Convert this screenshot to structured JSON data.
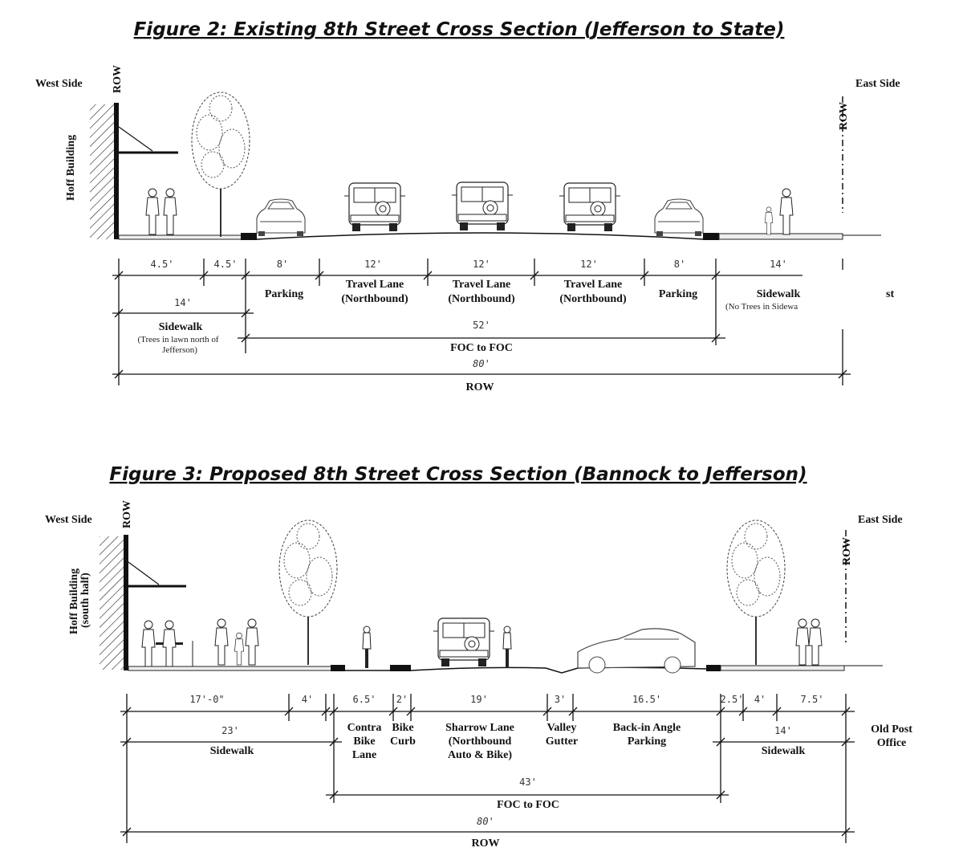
{
  "figure2": {
    "title": "Figure 2:  Existing 8th Street Cross Section (Jefferson to State)",
    "west_side": "West Side",
    "east_side": "East Side",
    "row_label_left": "ROW",
    "row_label_right": "ROW",
    "building": "Hoff Building",
    "widths": [
      "4.5'",
      "4.5'",
      "8'",
      "12'",
      "12'",
      "12'",
      "8'",
      "14'"
    ],
    "segments": [
      "Parking",
      "Travel Lane (Northbound)",
      "Travel Lane (Northbound)",
      "Travel Lane (Northbound)",
      "Parking"
    ],
    "travel_lane_line1": "Travel Lane",
    "travel_lane_line2": "(Northbound)",
    "parking": "Parking",
    "sidewalk_left_width": "14'",
    "sidewalk_left": "Sidewalk",
    "sidewalk_left_note": "(Trees in lawn north of Jefferson)",
    "sidewalk_left_note1": "(Trees in lawn north of",
    "sidewalk_left_note2": "Jefferson)",
    "sidewalk_right": "Sidewalk",
    "sidewalk_right_note": "(No Trees in Sidewa",
    "foc_width": "52'",
    "foc_label": "FOC to FOC",
    "row_width": "80'",
    "row_label": "ROW",
    "cut_text": "st"
  },
  "figure3": {
    "title": "Figure 3:  Proposed 8th Street Cross Section (Bannock to Jefferson)",
    "west_side": "West Side",
    "east_side": "East Side",
    "row_label_left": "ROW",
    "row_label_right": "ROW",
    "building_line1": "Hoff Building",
    "building_line2": "(south half)",
    "widths": [
      "17'-0\"",
      "4'",
      "6.5'",
      "2'",
      "19'",
      "3'",
      "16.5'",
      "2.5'",
      "4'",
      "7.5'"
    ],
    "sidewalk_left_width": "23'",
    "sidewalk_left": "Sidewalk",
    "contra_1": "Contra",
    "contra_2": "Bike",
    "contra_3": "Lane",
    "curb_1": "Bike",
    "curb_2": "Curb",
    "sharrow_1": "Sharrow Lane",
    "sharrow_2": "(Northbound",
    "sharrow_3": "Auto & Bike)",
    "valley_1": "Valley",
    "valley_2": "Gutter",
    "backin_1": "Back-in Angle",
    "backin_2": "Parking",
    "sidewalk_right_width": "14'",
    "sidewalk_right": "Sidewalk",
    "post_office_1": "Old Post",
    "post_office_2": "Office",
    "foc_width": "43'",
    "foc_label": "FOC to FOC",
    "row_width": "80'",
    "row_label": "ROW"
  }
}
